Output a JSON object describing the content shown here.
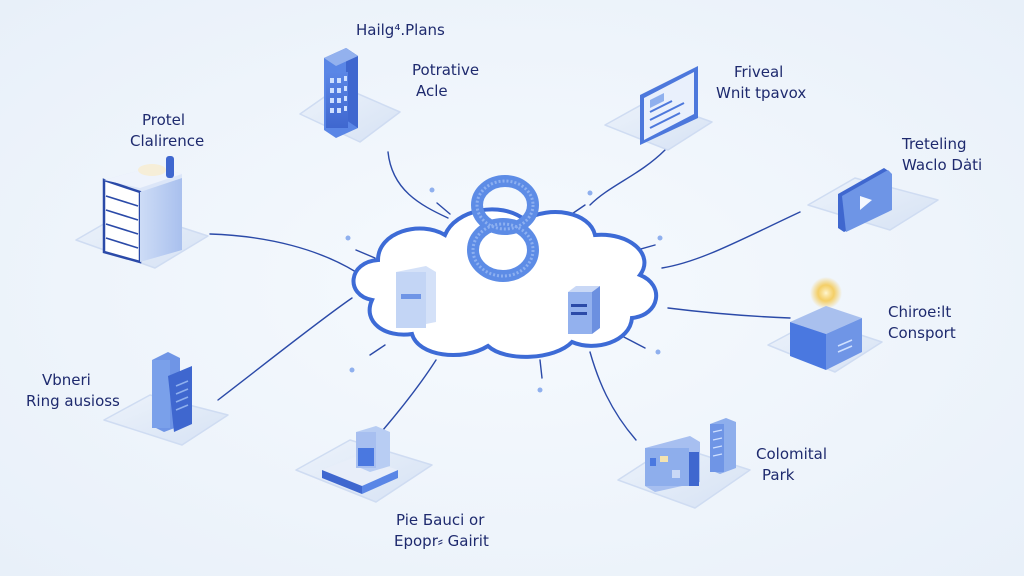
{
  "diagram": {
    "type": "cloud-network-hub",
    "colors": {
      "background": "#eef4fb",
      "line": "#2b4aa8",
      "cloud_outline": "#3d6bd6",
      "cloud_fill": "#ffffff",
      "node_blue": "#4a78e0",
      "node_light": "#b9cdf3",
      "platform": "#dde7f6",
      "label_text": "#1e2a6e",
      "glow": "#f5c542"
    },
    "hub": {
      "name": "cloud",
      "icon": "figure-eight-link-icon",
      "inner_items": [
        "document-panel-icon",
        "server-tower-icon"
      ]
    },
    "nodes": [
      {
        "id": "top-center",
        "icon": "office-building-icon",
        "label_lines": [
          "Hailg⁴.Plans"
        ]
      },
      {
        "id": "top-center-sub",
        "icon": "",
        "label_lines": [
          "Potrative",
          "Acle"
        ]
      },
      {
        "id": "top-right",
        "icon": "monitor-icon",
        "label_lines": [
          "Friveal",
          "Wnit tpavox"
        ]
      },
      {
        "id": "right-upper",
        "icon": "video-play-icon",
        "label_lines": [
          "Treteling",
          "Waclo Dȧti"
        ]
      },
      {
        "id": "right-middle",
        "icon": "glowing-box-icon",
        "label_lines": [
          "Chiroe⁝lt",
          "Consport"
        ]
      },
      {
        "id": "bottom-right",
        "icon": "factory-server-icon",
        "label_lines": [
          "Colomital",
          "Park"
        ]
      },
      {
        "id": "bottom-center",
        "icon": "device-platform-icon",
        "label_lines": [
          "Pie Бauci or",
          "Epopr⸗ Gairit"
        ]
      },
      {
        "id": "left-lower",
        "icon": "server-tower-icon",
        "label_lines": [
          "Vbneri",
          "Ring ausioss"
        ]
      },
      {
        "id": "left-upper",
        "icon": "filing-cabinet-icon",
        "label_lines": [
          "Protel",
          "Clalirence"
        ]
      }
    ]
  }
}
